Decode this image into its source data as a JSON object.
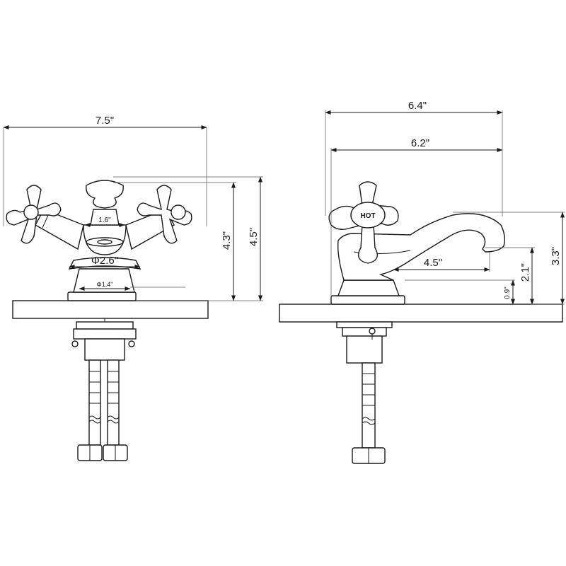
{
  "front_view": {
    "overall_width": "7.5\"",
    "spout_width": "1.6\"",
    "body_diameter": "Φ2.6\"",
    "base_diameter": "Φ1.4\"",
    "height_spout": "4.3\"",
    "height_total": "4.5\""
  },
  "side_view": {
    "overall_depth": "6.4\"",
    "handle_to_spout": "6.2\"",
    "spout_reach": "4.5\"",
    "height_total": "3.3\"",
    "spout_height": "2.1\"",
    "base_height": "0.9\"",
    "handle_label": "HOT"
  }
}
